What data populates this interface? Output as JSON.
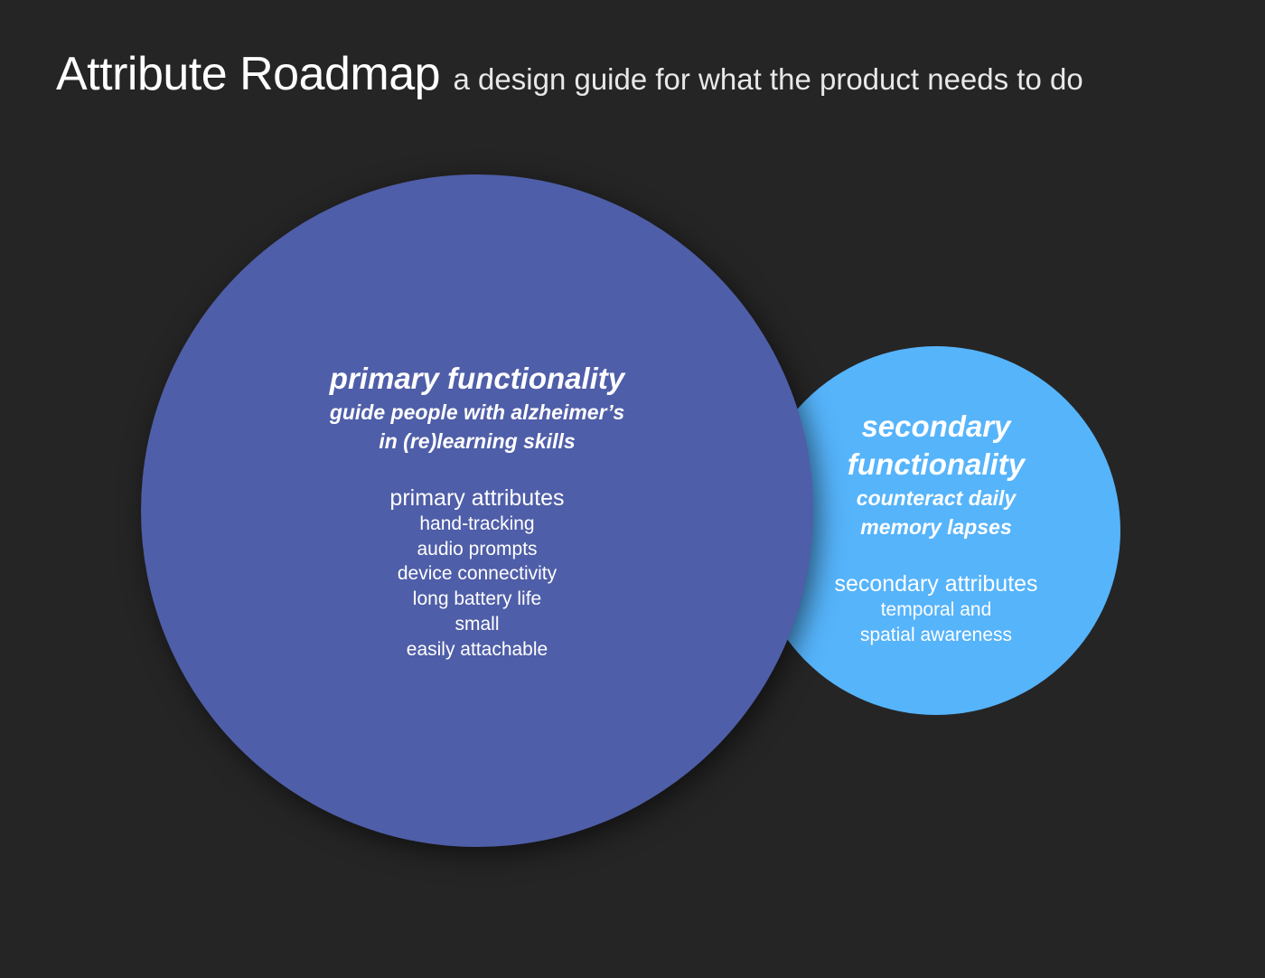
{
  "header": {
    "title": "Attribute Roadmap",
    "subtitle": "a design guide for what the product needs to do"
  },
  "primary": {
    "heading": "primary functionality",
    "description_lines": [
      "guide people with alzheimer’s",
      "in (re)learning skills"
    ],
    "attributes_heading": "primary attributes",
    "attributes": [
      "hand-tracking",
      "audio prompts",
      "device connectivity",
      "long battery life",
      "small",
      "easily attachable"
    ]
  },
  "secondary": {
    "heading_lines": [
      "secondary",
      "functionality"
    ],
    "description_lines": [
      "counteract daily",
      "memory lapses"
    ],
    "attributes_heading": "secondary attributes",
    "attributes": [
      "temporal and",
      "spatial awareness"
    ]
  },
  "colors": {
    "background": "#252525",
    "primary": "#4f5ea8",
    "secondary": "#56b4fb"
  }
}
